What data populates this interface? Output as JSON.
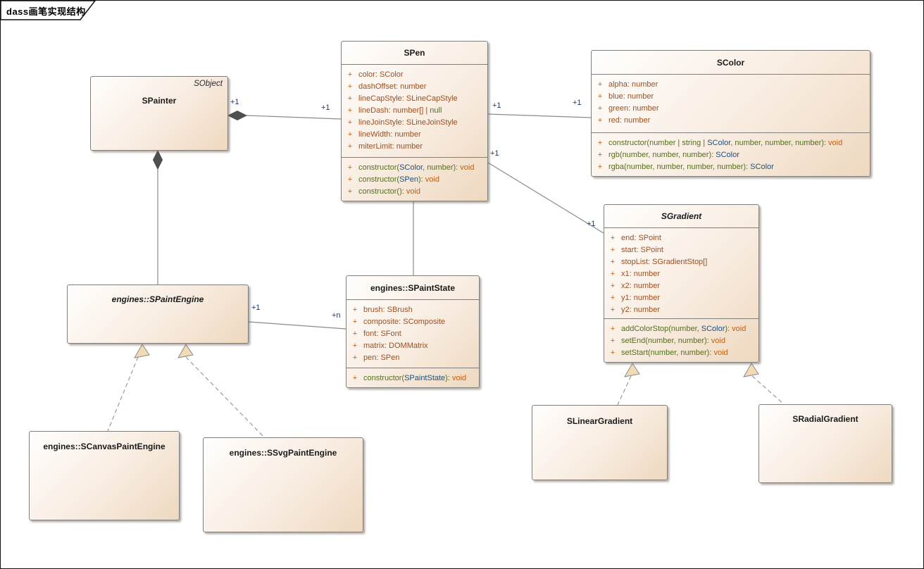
{
  "frame": {
    "tab_label": "dass画笔实现结构"
  },
  "member_prefix": "+",
  "colors": {
    "attr": "#9B4F21",
    "method": "#546E1C",
    "type": "#1F4E79",
    "void": "#C05F10",
    "plus": "#C05F10",
    "multiplicity": "#1F3864"
  },
  "classes": {
    "spainter": {
      "name": "SPainter",
      "stereotype": "SObject"
    },
    "spen": {
      "name": "SPen",
      "attributes": [
        "color: SColor",
        "dashOffset: number",
        "lineCapStyle: SLineCapStyle",
        [
          "lineDash: number[] | ",
          {
            "t": "null",
            "c": "method"
          }
        ],
        "lineJoinStyle: SLineJoinStyle",
        "lineWidth: number",
        "miterLimit: number"
      ],
      "methods": [
        [
          "constructor(",
          {
            "t": "SColor",
            "c": "type"
          },
          ", number): ",
          {
            "t": "void",
            "c": "void"
          }
        ],
        [
          "constructor(",
          {
            "t": "SPen",
            "c": "type"
          },
          "): ",
          {
            "t": "void",
            "c": "void"
          }
        ],
        [
          "constructor(): ",
          {
            "t": "void",
            "c": "void"
          }
        ]
      ]
    },
    "scolor": {
      "name": "SColor",
      "attributes": [
        "alpha: number",
        "blue: number",
        "green: number",
        "red: number"
      ],
      "methods": [
        [
          "constructor(number | string | ",
          {
            "t": "SColor",
            "c": "type"
          },
          ", number, number, number): ",
          {
            "t": "void",
            "c": "void"
          }
        ],
        [
          "rgb(number, number, number): ",
          {
            "t": "SColor",
            "c": "type"
          }
        ],
        [
          "rgba(number, number, number, number): ",
          {
            "t": "SColor",
            "c": "type"
          }
        ]
      ]
    },
    "sgradient": {
      "name": "SGradient",
      "abstract": true,
      "attributes": [
        "end: SPoint",
        "start: SPoint",
        "stopList: SGradientStop[]",
        "x1: number",
        "x2: number",
        "y1: number",
        "y2: number"
      ],
      "methods": [
        [
          "addColorStop(number, ",
          {
            "t": "SColor",
            "c": "type"
          },
          "): ",
          {
            "t": "void",
            "c": "void"
          }
        ],
        [
          "setEnd(number, number): ",
          {
            "t": "void",
            "c": "void"
          }
        ],
        [
          "setStart(number, number): ",
          {
            "t": "void",
            "c": "void"
          }
        ]
      ]
    },
    "spaintstate": {
      "name": "engines::SPaintState",
      "attributes": [
        "brush: SBrush",
        "composite: SComposite",
        "font: SFont",
        "matrix: DOMMatrix",
        "pen: SPen"
      ],
      "methods": [
        [
          "constructor(",
          {
            "t": "SPaintState",
            "c": "type"
          },
          "): ",
          {
            "t": "void",
            "c": "void"
          }
        ]
      ]
    },
    "spaintengine": {
      "name": "engines::SPaintEngine",
      "abstract": true
    },
    "scanvaspaintengine": {
      "name": "engines::SCanvasPaintEngine"
    },
    "ssvgpaintengine": {
      "name": "engines::SSvgPaintEngine"
    },
    "slineargradient": {
      "name": "SLinearGradient"
    },
    "sradialgradient": {
      "name": "SRadialGradient"
    }
  },
  "multiplicities": {
    "painter_pen_near": "+1",
    "painter_pen_far": "+1",
    "pen_color_near": "+1",
    "pen_color_far": "+1",
    "pen_gradient_near": "+1",
    "pen_gradient_far": "+1",
    "engine_state_near": "+1",
    "engine_state_far": "+n"
  }
}
